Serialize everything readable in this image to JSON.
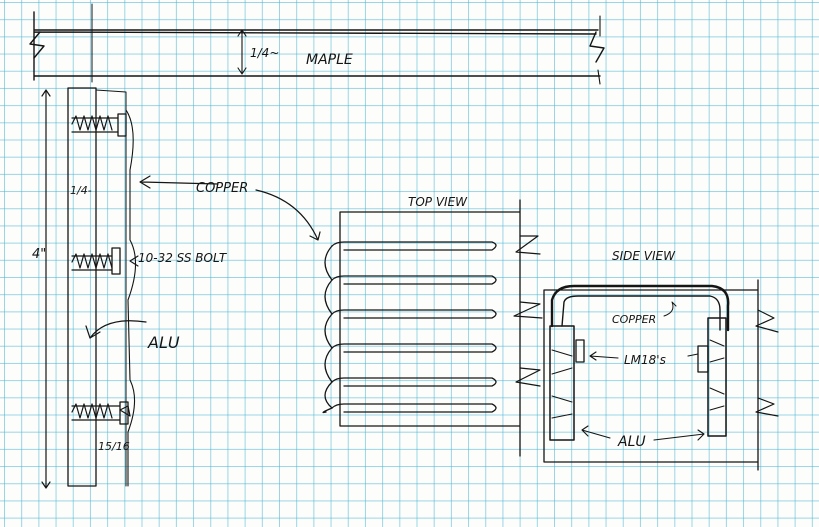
{
  "labels": {
    "maple_thickness": "1/4~",
    "maple": "MAPLE",
    "copper": "COPPER",
    "spacing": "1/4-",
    "height": "4\"",
    "bolt": "10-32 SS BOLT",
    "alu": "ALU",
    "bolt_size": "15/16",
    "top_view": "TOP VIEW",
    "side_view": "SIDE VIEW",
    "side_copper": "COPPER",
    "ln18": "LM18's",
    "side_alu": "ALU"
  },
  "colors": {
    "ink": "#151515",
    "grid": "#46b4d2",
    "paper": "#fdfdfb"
  }
}
